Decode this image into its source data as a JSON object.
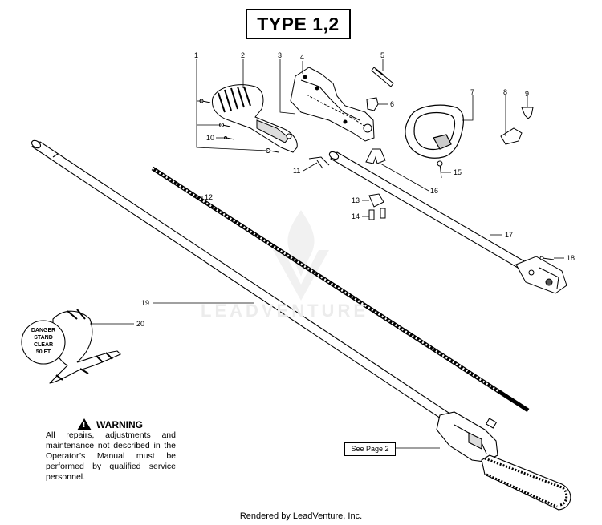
{
  "title": "TYPE 1,2",
  "callouts": [
    "1",
    "2",
    "3",
    "4",
    "5",
    "6",
    "7",
    "8",
    "9",
    "10",
    "11",
    "12",
    "13",
    "14",
    "15",
    "16",
    "17",
    "18",
    "19",
    "20"
  ],
  "warning": {
    "heading": "WARNING",
    "text": "All repairs, adjustments and maintenance not described in the Operator’s Manual must be performed by qualified service personnel."
  },
  "danger_tag": [
    "DANGER",
    "STAND",
    "CLEAR",
    "50 FT"
  ],
  "see_page": "See Page 2",
  "watermark": "LEADVENTURE",
  "footer": "Rendered by LeadVenture, Inc."
}
